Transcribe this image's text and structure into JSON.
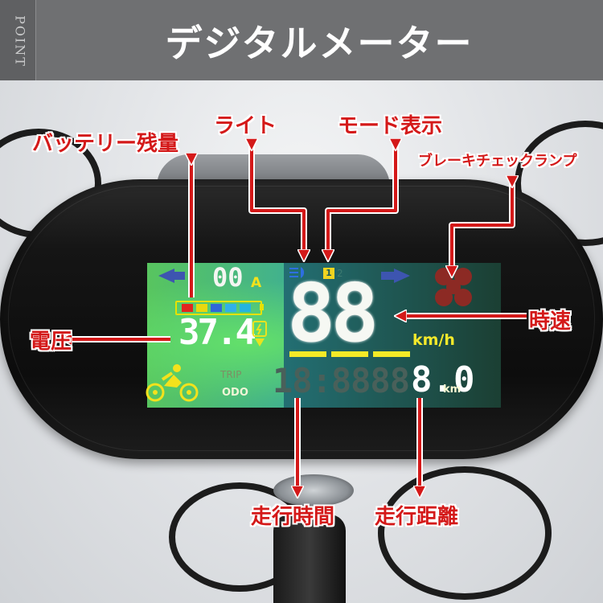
{
  "header": {
    "badge": "POINT",
    "title": "デジタルメーター"
  },
  "display": {
    "speed": "88",
    "speed_unit": "km/h",
    "odometer_dim": "18:8888",
    "odometer_last": "8.0",
    "distance_unit": "km",
    "current": "00",
    "current_unit": "A",
    "voltage": "37.4",
    "trip_label": "TRIP",
    "odo_label": "ODO",
    "mode_value": "1",
    "mode_alt": "2",
    "battery_segment_colors": [
      "#e2261f",
      "#e8d80f",
      "#2f67d8",
      "#31b0e8",
      "#25b4e0"
    ]
  },
  "annotations": {
    "battery": "バッテリー残量",
    "light": "ライト",
    "mode": "モード表示",
    "brake": "ブレーキチェックランプ",
    "voltage": "電圧",
    "speed": "時速",
    "ride_time": "走行時間",
    "ride_distance": "走行距離"
  },
  "colors": {
    "annotation_red": "#d41919",
    "lcd_green": "#58c55f",
    "lcd_yellow": "#f5ea27",
    "header_gray": "#6f7072"
  },
  "icons": [
    "headlight-icon",
    "mode-icon",
    "turn-signal-left-icon",
    "turn-signal-right-icon",
    "brake-lamp-icon",
    "cyclist-icon",
    "charging-plug-icon",
    "battery-icon"
  ]
}
